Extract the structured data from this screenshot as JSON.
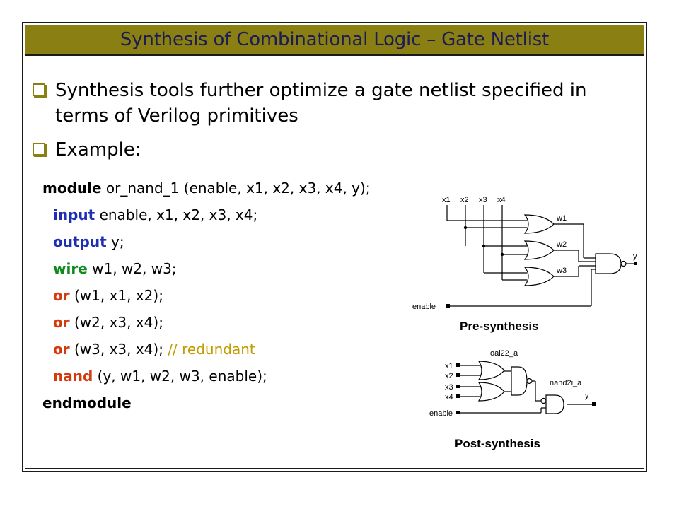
{
  "title": "Synthesis of Combinational Logic – Gate Netlist",
  "bullets": [
    {
      "line1": "Synthesis tools further optimize a gate netlist specified in",
      "line2": "terms of Verilog primitives"
    },
    {
      "line1": "Example:"
    }
  ],
  "code": {
    "l1_kw": "module",
    "l1_rest": " or_nand_1 (enable, x1, x2, x3, x4, y);",
    "l2_kw": "input",
    "l2_rest": " enable, x1, x2, x3, x4;",
    "l3_kw": "output",
    "l3_rest": " y;",
    "l4_kw": "wire",
    "l4_rest": " w1, w2, w3;",
    "l5_kw": "or",
    "l5_rest": " (w1, x1, x2);",
    "l6_kw": "or",
    "l6_rest": " (w2, x3, x4);",
    "l7_kw": "or",
    "l7_rest": " (w3, x3, x4); ",
    "l7_comment": "// redundant",
    "l8_kw": "nand",
    "l8_rest": " (y, w1, w2, w3, enable);",
    "l9_kw": "endmodule"
  },
  "pre": {
    "inputs": [
      "x1",
      "x2",
      "x3",
      "x4"
    ],
    "wires": [
      "w1",
      "w2",
      "w3"
    ],
    "output": "y",
    "enable": "enable",
    "caption": "Pre-synthesis"
  },
  "post": {
    "gate1": "oai22_a",
    "gate2": "nand2i_a",
    "inputs": [
      "x1",
      "x2",
      "x3",
      "x4"
    ],
    "enable": "enable",
    "output": "y",
    "caption": "Post-synthesis"
  },
  "colors": {
    "title_bg": "#8a7f12",
    "title_text": "#1b1b55",
    "kw_blue": "#1f2fb5",
    "kw_green": "#0f8a1f",
    "kw_red": "#d53a0e",
    "comment": "#c39a00"
  }
}
